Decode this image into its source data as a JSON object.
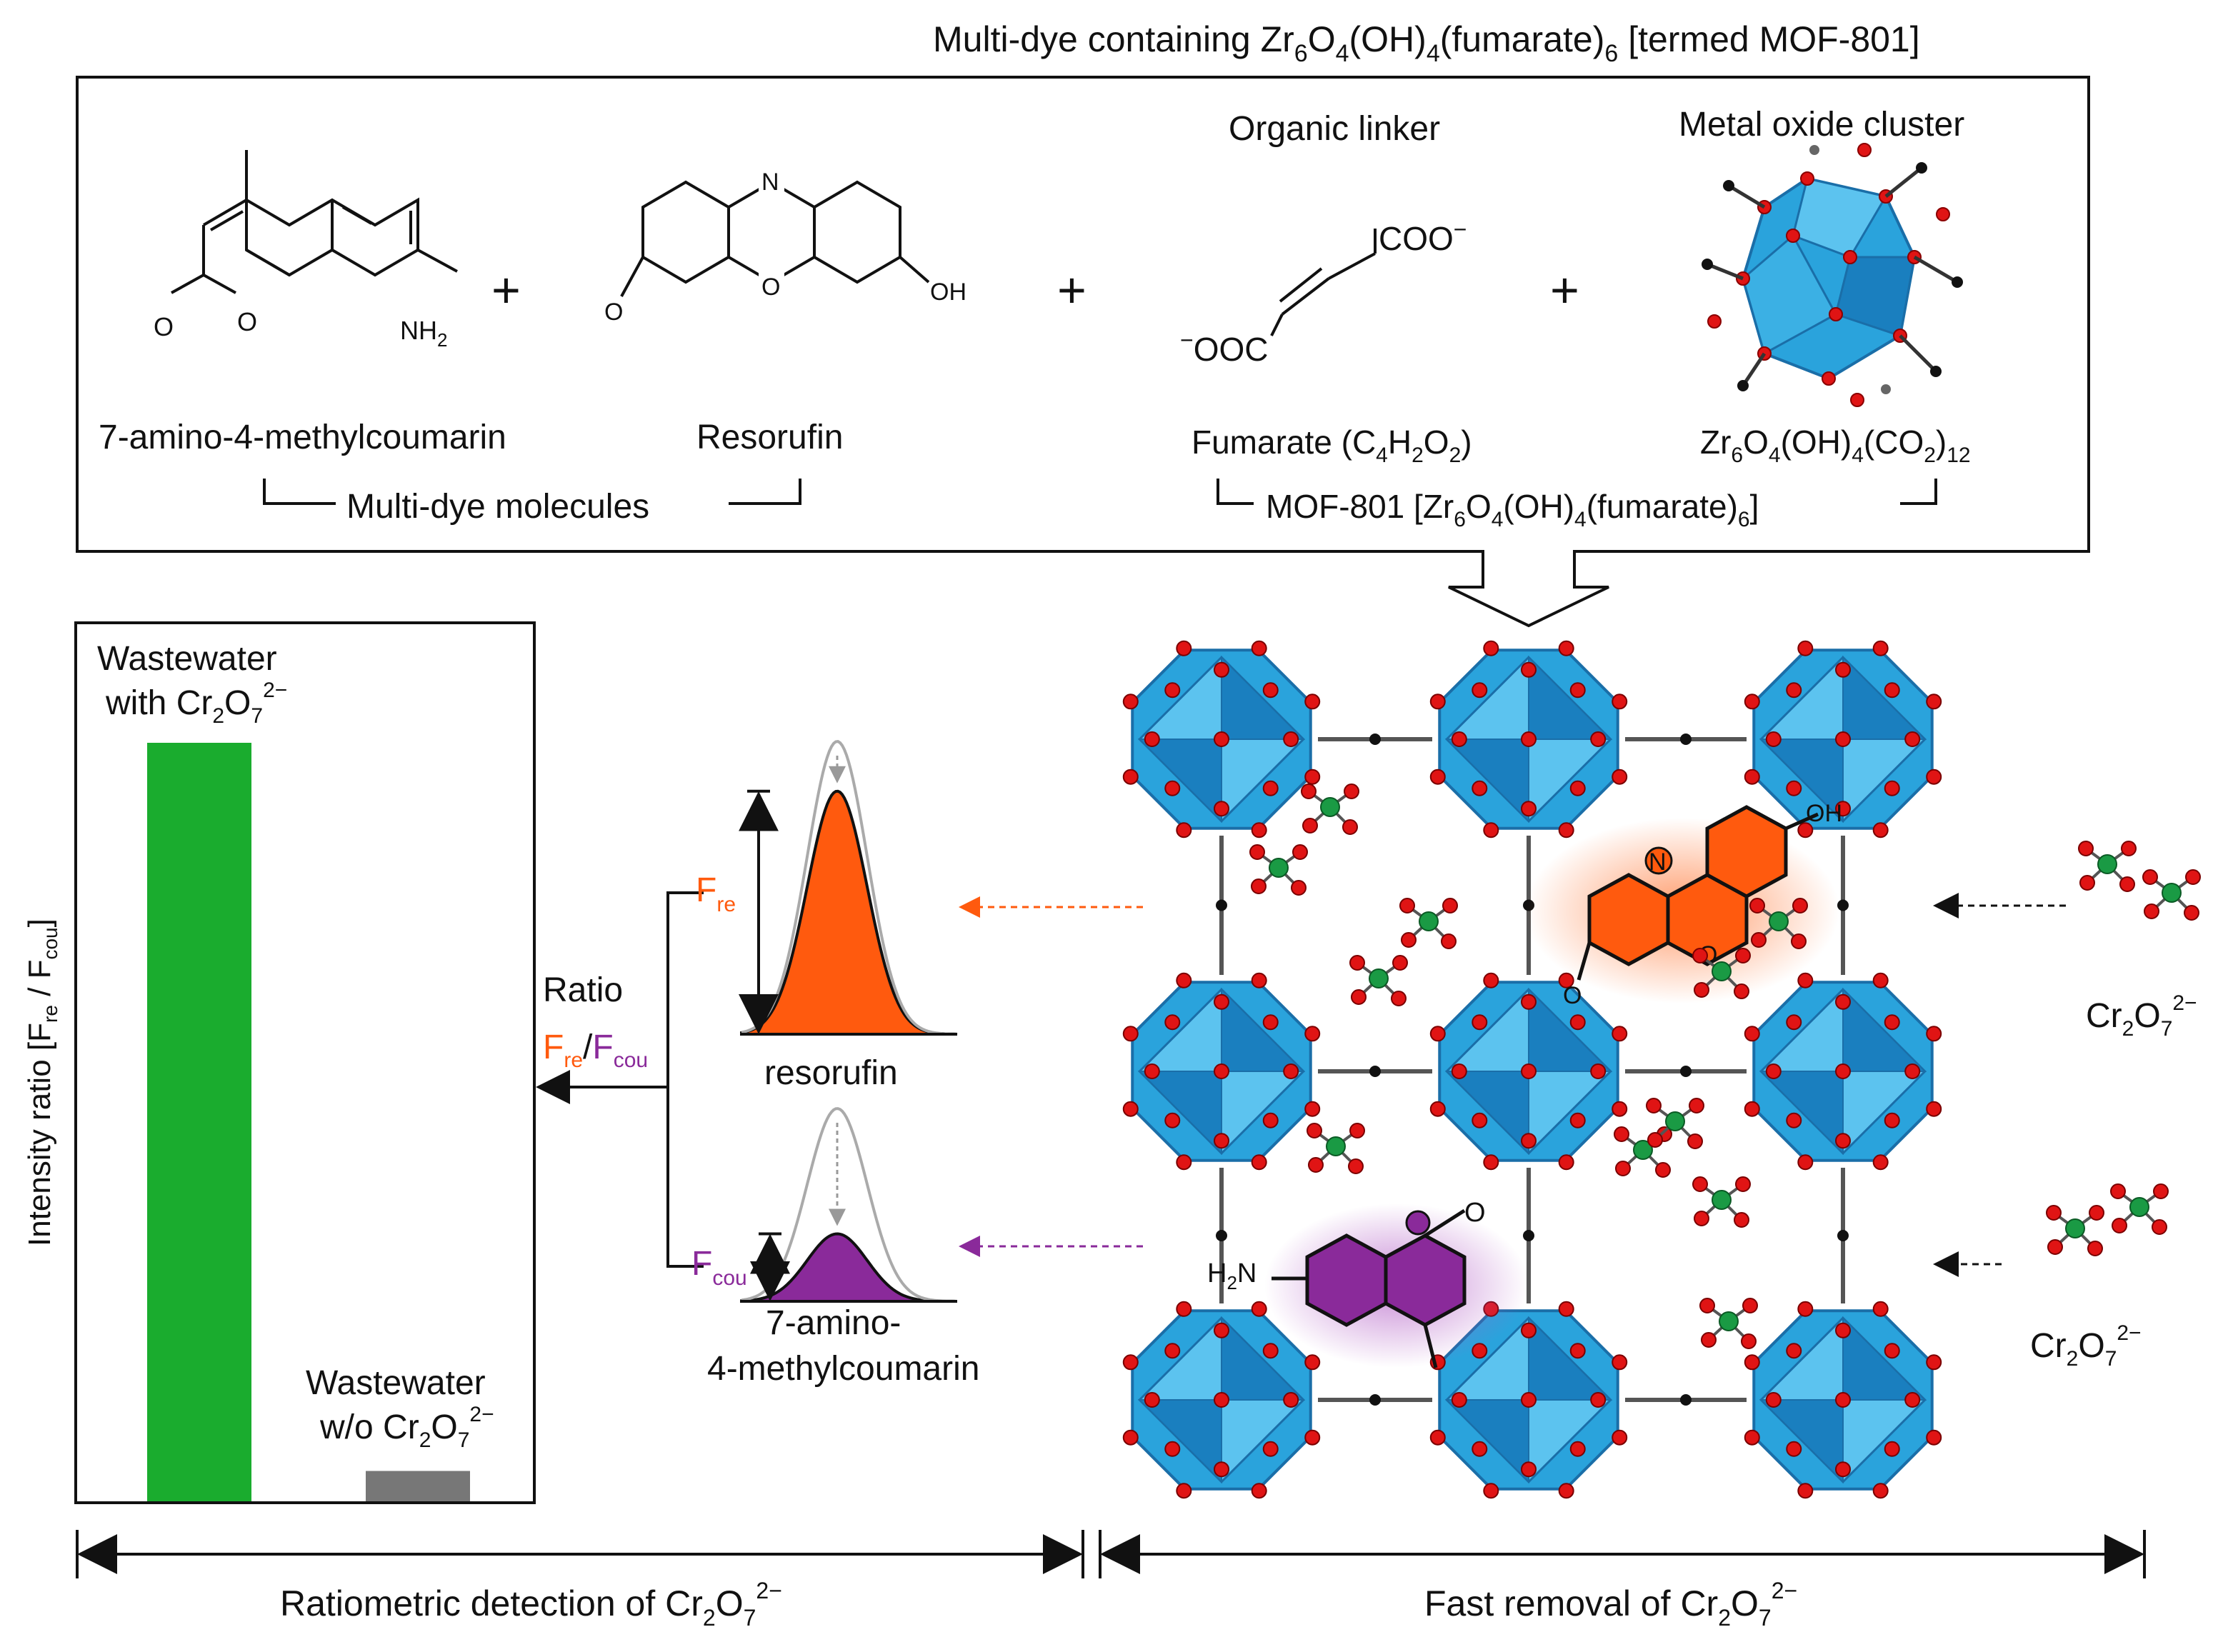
{
  "header": {
    "title_prefix": "Multi-dye containing Zr",
    "title_s1": "6",
    "title_o": "O",
    "title_s2": "4",
    "title_mid": "(OH)",
    "title_s3": "4",
    "title_fum": "(fumarate)",
    "title_s4": "6",
    "title_suffix": " [termed MOF-801]"
  },
  "top_panel": {
    "dye1": {
      "name": "7-amino-4-methylcoumarin",
      "nh": "NH",
      "nh_sub": "2",
      "o1": "O",
      "o2": "O"
    },
    "dye2": {
      "name": "Resorufin",
      "n": "N",
      "o1": "O",
      "o2": "O",
      "oh": "OH"
    },
    "plus": "+",
    "group_dyes": "Multi-dye molecules",
    "linker": {
      "heading": "Organic linker",
      "coo": "COO",
      "coo_charge": "−",
      "ooc_charge": "−",
      "ooc": "OOC",
      "name_pre": "Fumarate (C",
      "s1": "4",
      "h": "H",
      "s2": "2",
      "o": "O",
      "s3": "2",
      "close": ")"
    },
    "cluster": {
      "heading": "Metal oxide cluster",
      "f_zr": "Zr",
      "f_s1": "6",
      "f_o": "O",
      "f_s2": "4",
      "f_oh": "(OH)",
      "f_s3": "4",
      "f_co": "(CO",
      "f_s4": "2",
      "f_close": ")",
      "f_s5": "12"
    },
    "group_mof": {
      "pre": "MOF-801 [Zr",
      "s1": "6",
      "o": "O",
      "s2": "4",
      "oh": "(OH)",
      "s3": "4",
      "fum": "(fumarate)",
      "s4": "6",
      "close": "]"
    }
  },
  "bar_chart": {
    "ylabel_pre": "Intensity ratio [F",
    "ylabel_re": "re",
    "ylabel_mid": " / F",
    "ylabel_cou": "cou",
    "ylabel_close": "]",
    "bar1_line1": "Wastewater",
    "bar1_line2": "with Cr",
    "bar2_line1": "Wastewater",
    "bar2_line2": "w/o Cr",
    "cr_s1": "2",
    "cr_o": "O",
    "cr_s2": "7",
    "cr_charge": "2−"
  },
  "chart_data": {
    "type": "bar",
    "categories": [
      "Wastewater with Cr2O7 2−",
      "Wastewater w/o Cr2O7 2−"
    ],
    "values": [
      1.0,
      0.04
    ],
    "ylabel": "Intensity ratio [Fre / Fcou]",
    "colors": [
      "#1aac2e",
      "#777777"
    ]
  },
  "spectra": {
    "ratio_label": "Ratio",
    "f": "F",
    "re": "re",
    "slash": "/",
    "cou": "cou",
    "resorufin_label": "resorufin",
    "coumarin_line1": "7-amino-",
    "coumarin_line2": "4-methylcoumarin",
    "resorufin_color": "#ff5a0e",
    "coumarin_color": "#8a2a9a",
    "resorufin_peak_fraction": 0.83,
    "coumarin_peak_fraction": 0.35
  },
  "mof_panel": {
    "oh": "OH",
    "n": "N",
    "o": "O",
    "h2n_h": "H",
    "h2n_s": "2",
    "h2n_n": "N",
    "cr_right_top": {
      "cr": "Cr",
      "s1": "2",
      "o": "O",
      "s2": "7",
      "charge": "2−"
    },
    "cr_right_bottom": {
      "cr": "Cr",
      "s1": "2",
      "o": "O",
      "s2": "7",
      "charge": "2−"
    },
    "cluster_color": "#2aa3dc",
    "cluster_dark": "#1a6ea8",
    "oxygen_color": "#e01414",
    "chromium_color": "#1a9a44"
  },
  "footer": {
    "left_pre": "Ratiometric detection of Cr",
    "right_pre": "Fast removal of Cr",
    "s1": "2",
    "o": "O",
    "s2": "7",
    "charge": "2−"
  }
}
